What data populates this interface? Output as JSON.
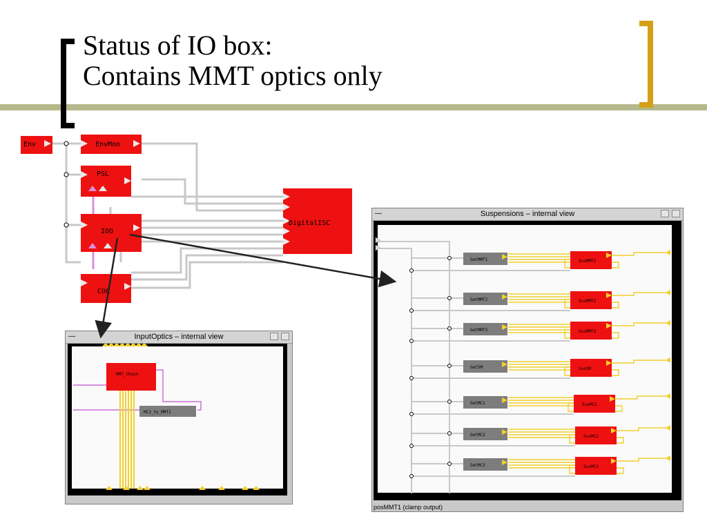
{
  "slide": {
    "title_line1": "Status of IO box:",
    "title_line2": "Contains MMT optics only"
  },
  "top_diagram": {
    "blocks": {
      "env": "Env",
      "envmon": "EnvMon",
      "psl": "PSL",
      "ioo": "IOO",
      "coc": "COC",
      "digitalisc": "DigitalISC"
    }
  },
  "input_optics_window": {
    "title": "InputOptics – internal view",
    "blocks": {
      "mmt_chain": "MMT_Chain",
      "mc3_to_mmt1": "MC3_to_MMT1"
    }
  },
  "suspensions_window": {
    "title": "Suspensions – internal view",
    "status_text": "posMMT1 (clamp output)",
    "rows": [
      {
        "get": "GetMMT1",
        "sus": "SusMMT1"
      },
      {
        "get": "GetMMT2",
        "sus": "SusMMT2"
      },
      {
        "get": "GetMMT3",
        "sus": "SusMMT3"
      },
      {
        "get": "GetSM",
        "sus": "SusSM"
      },
      {
        "get": "GetMC1",
        "sus": "SusMC1"
      },
      {
        "get": "GetMC2",
        "sus": "SusMC2"
      },
      {
        "get": "GetMC3",
        "sus": "SusMC3"
      }
    ]
  },
  "colors": {
    "accent_gold": "#d4a017",
    "olive_rule": "#b5b88a",
    "block_red": "#ee1111",
    "block_gray": "#7d7d7d",
    "wire_gray": "#c8c8c8",
    "wire_yellow": "#f2d02b",
    "wire_violet": "#d890e0"
  }
}
